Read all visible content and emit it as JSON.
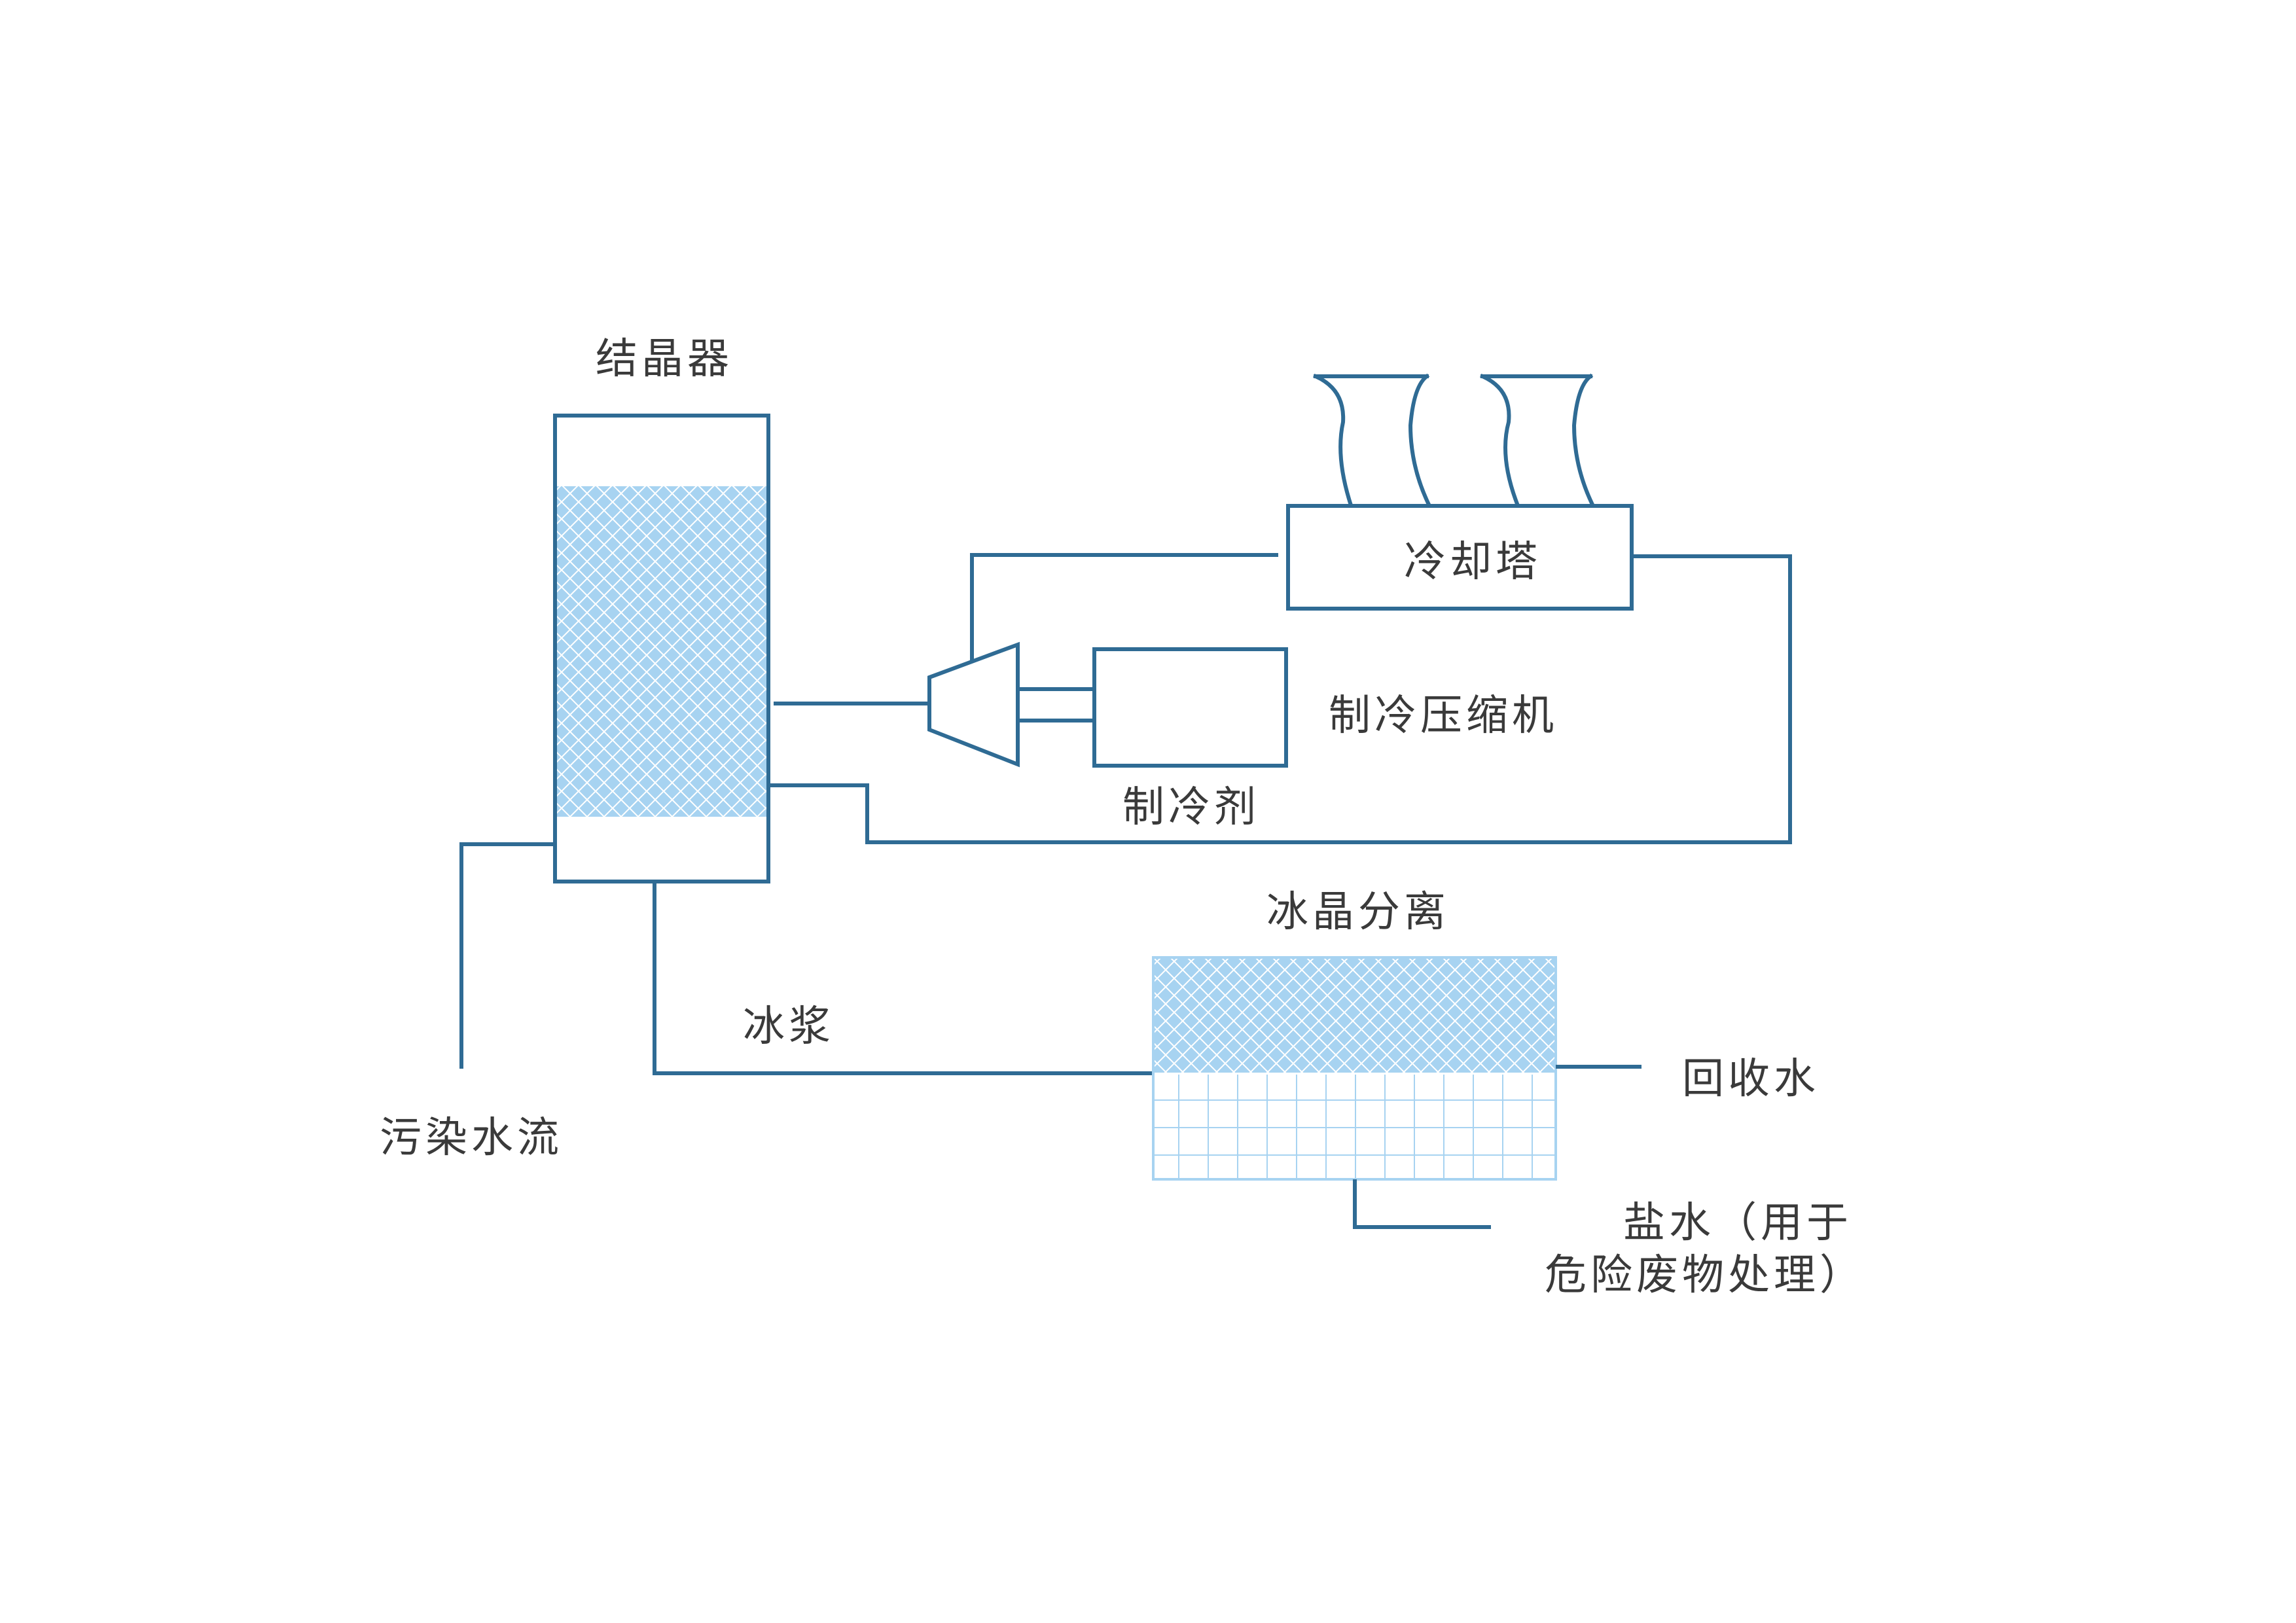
{
  "diagram": {
    "colors": {
      "line": "#2f6b94",
      "ice_fill": "#a7d3f1",
      "mesh": "#ffffff",
      "text": "#3a3a3a"
    },
    "labels": {
      "crystallizer": "结晶器",
      "cooling_tower": "冷却塔",
      "compressor": "制冷压缩机",
      "refrigerant": "制冷剂",
      "ice_separation": "冰晶分离",
      "ice_slurry": "冰浆",
      "recovered_water": "回收水",
      "polluted_water": "污染水流",
      "brine_line1": "盐水（用于",
      "brine_line2": "危险废物处理）"
    }
  }
}
